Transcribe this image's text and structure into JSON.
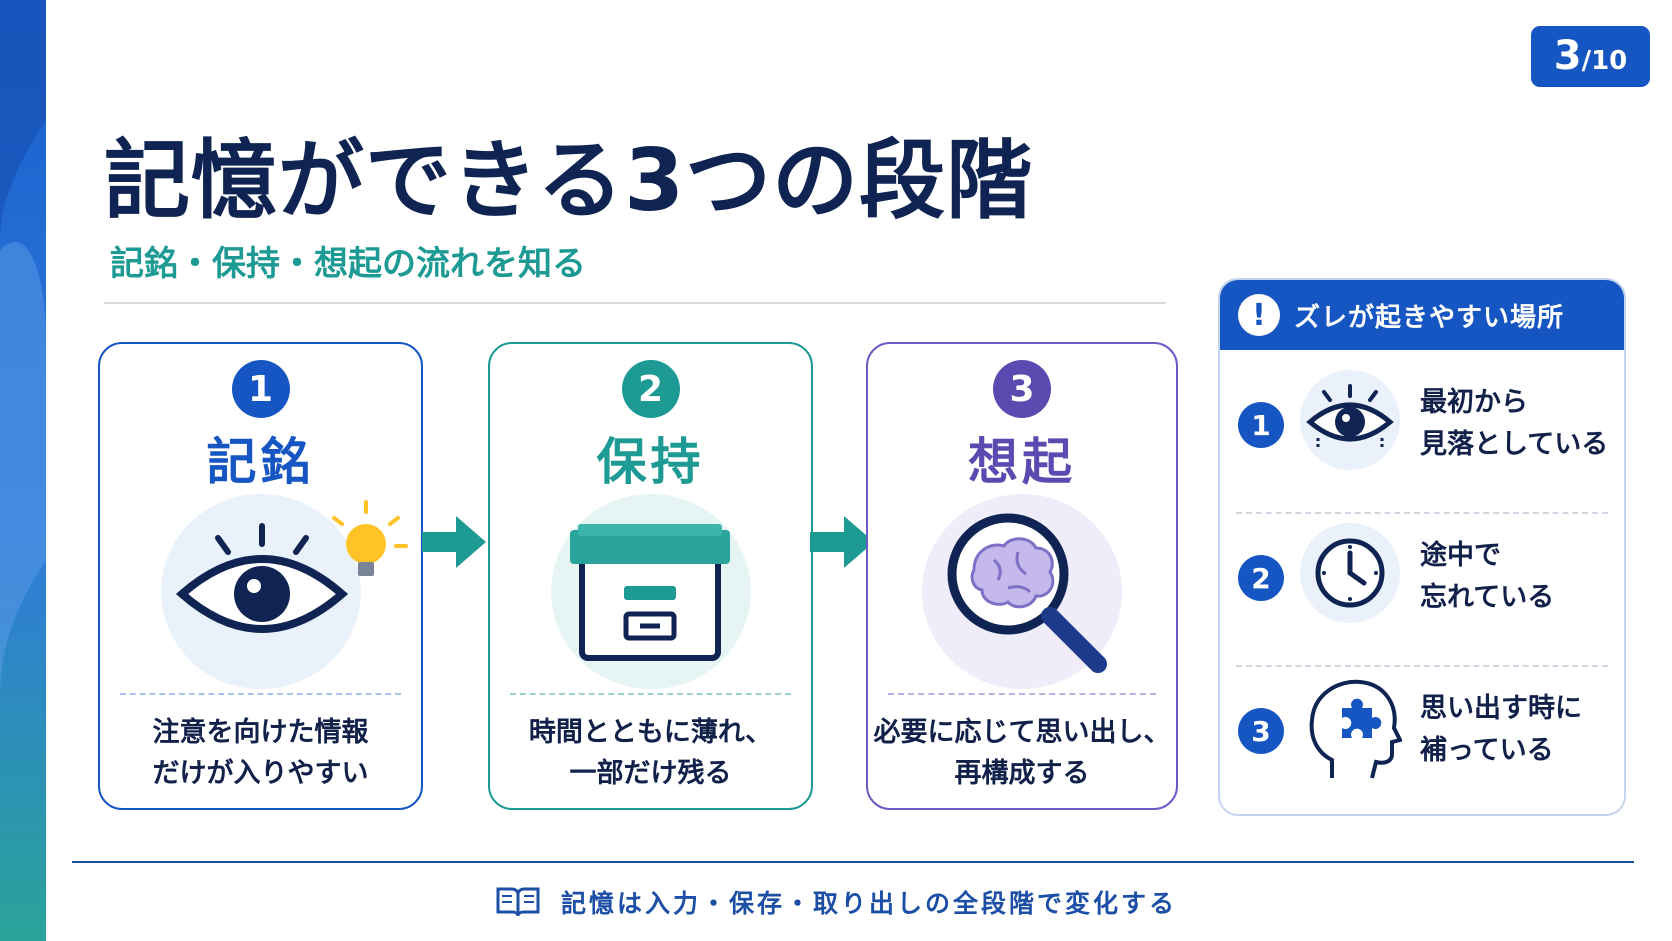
{
  "page": {
    "current": "3",
    "total": "/10"
  },
  "title": "記憶ができる3つの段階",
  "subtitle": "記銘・保持・想起の流れを知る",
  "colors": {
    "blue": "#1656c2",
    "teal": "#1d9a94",
    "purple": "#5a4bb0",
    "navy": "#0f2453"
  },
  "stages": [
    {
      "num": "1",
      "name": "記銘",
      "desc": [
        "注意を向けた情報",
        "だけが入りやすい"
      ],
      "icon": "eye-lightbulb-icon"
    },
    {
      "num": "2",
      "name": "保持",
      "desc": [
        "時間とともに薄れ、",
        "一部だけ残る"
      ],
      "icon": "storage-box-icon"
    },
    {
      "num": "3",
      "name": "想起",
      "desc": [
        "必要に応じて思い出し、",
        "再構成する"
      ],
      "icon": "brain-magnifier-icon"
    }
  ],
  "panel": {
    "title": "ズレが起きやすい場所",
    "items": [
      {
        "num": "1",
        "lines": [
          "最初から",
          "見落としている"
        ],
        "icon": "eye-icon"
      },
      {
        "num": "2",
        "lines": [
          "途中で",
          "忘れている"
        ],
        "icon": "clock-icon"
      },
      {
        "num": "3",
        "lines": [
          "思い出す時に",
          "補っている"
        ],
        "icon": "head-puzzle-icon"
      }
    ]
  },
  "footer": {
    "text": "記憶は入力・保存・取り出しの全段階で変化する",
    "icon": "open-book-icon"
  }
}
